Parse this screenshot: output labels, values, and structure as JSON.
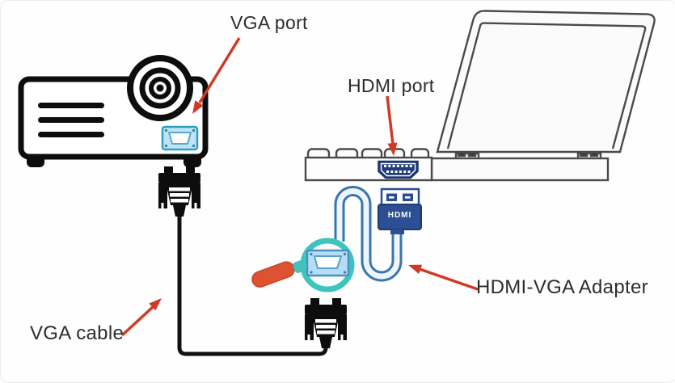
{
  "diagram": {
    "labels": {
      "vga_port": "VGA port",
      "hdmi_port": "HDMI port",
      "vga_cable": "VGA cable",
      "hdmi_vga_adapter": "HDMI-VGA Adapter",
      "hdmi_connector": "HDMI"
    },
    "icons": {
      "projector": "projector-illustration",
      "projector_lens": "lens-bullseye-icon",
      "projector_vga_port": "vga-port-icon",
      "vga_connector": "vga-db15-connector-icon",
      "laptop": "laptop-illustration",
      "laptop_hdmi_port": "hdmi-port-icon",
      "hdmi_connector": "hdmi-plug-icon",
      "adapter": "hdmi-vga-adapter-icon",
      "adapter_handle": "adapter-handle-icon",
      "annotation_arrow": "red-arrow-icon"
    },
    "colors": {
      "arrow_red": "#cf3a26",
      "outline_black": "#0d0d0d",
      "laptop_stroke": "#4a4a4a",
      "vga_port_border_teal": "#2f9fc0",
      "vga_port_fill": "#bfe3f5",
      "adapter_ring_teal": "#3fc4bd",
      "adapter_handle_orange": "#dd5331",
      "hdmi_navy": "#2b4f92",
      "hdmi_port_navy": "#1f3d7a",
      "cable_blue_outline": "#3a76ab",
      "cable_blue_fill": "#eef6fc",
      "label_text": "#2d2d2d"
    }
  }
}
